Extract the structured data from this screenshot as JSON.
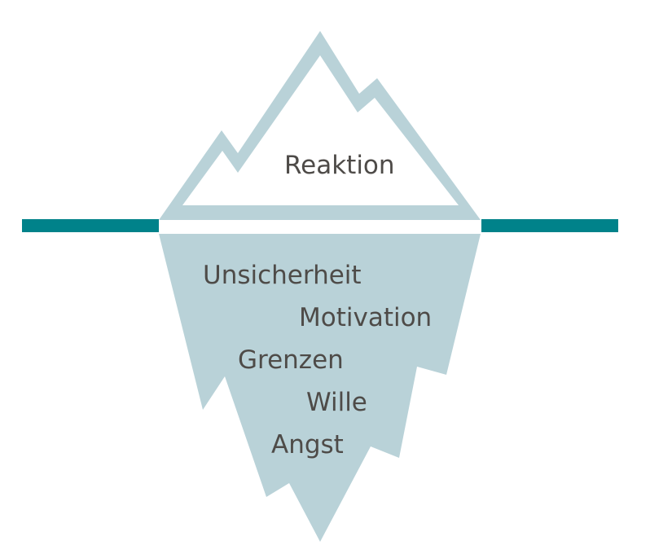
{
  "colors": {
    "water_line": "#00828a",
    "ice": "#b9d2d8",
    "text": "#4e4b48",
    "background": "#ffffff"
  },
  "above_water": {
    "label": "Reaktion"
  },
  "below_water": {
    "labels": [
      "Unsicherheit",
      "Motivation",
      "Grenzen",
      "Wille",
      "Angst"
    ]
  }
}
